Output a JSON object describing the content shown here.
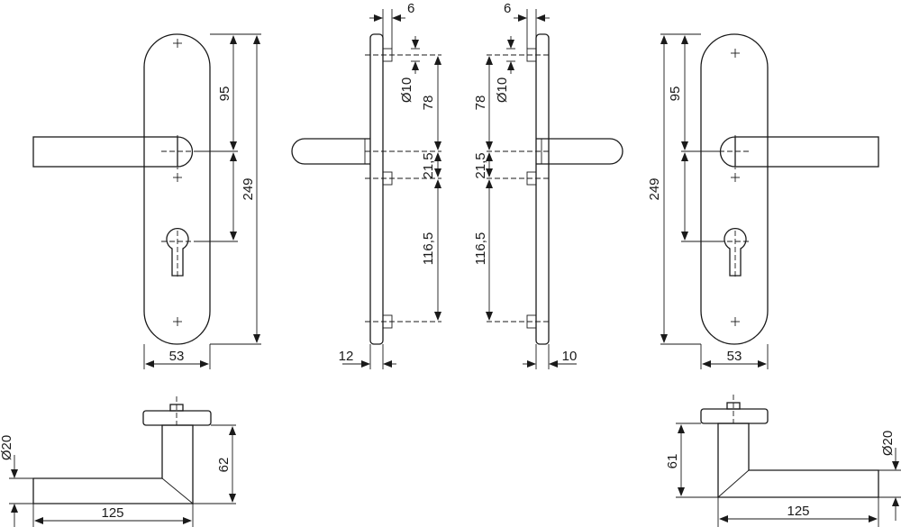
{
  "front_left": {
    "height": "249",
    "to_spindle": "95",
    "width": "53"
  },
  "side_left": {
    "rose_gap": "6",
    "screw_dia": "Ø10",
    "to_spindle": "78",
    "spindle_to_screw": "21,5",
    "screw_to_screw": "116,5",
    "plate_thickness": "12"
  },
  "side_right": {
    "rose_gap": "6",
    "screw_dia": "Ø10",
    "to_spindle": "78",
    "spindle_to_screw": "21,5",
    "screw_to_screw": "116,5",
    "plate_thickness": "10"
  },
  "front_right": {
    "height": "249",
    "to_spindle": "95",
    "width": "53"
  },
  "plan_left": {
    "lever_dia": "Ø20",
    "projection": "62",
    "length": "125"
  },
  "plan_right": {
    "lever_dia": "Ø20",
    "projection": "61",
    "length": "125"
  }
}
